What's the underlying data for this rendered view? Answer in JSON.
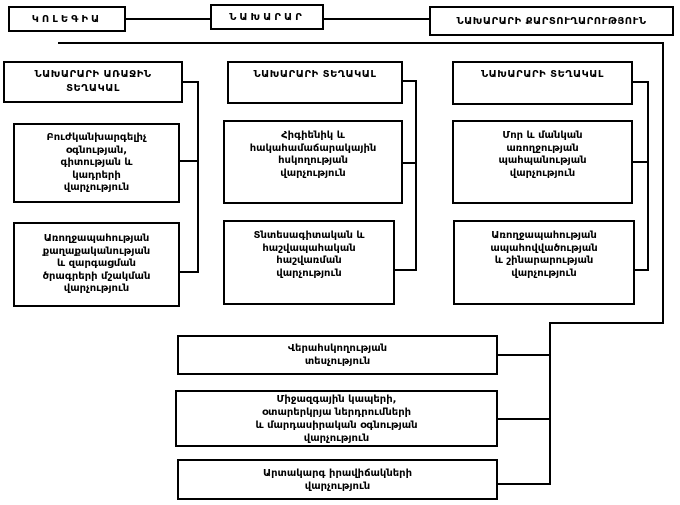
{
  "diagram": {
    "type": "org-chart",
    "language": "Armenian",
    "colors": {
      "line": "#000000",
      "background": "#ffffff",
      "box_fill": "#ffffff",
      "text": "#000000"
    },
    "top": {
      "collegium": "ԿՈԼԵԳԻԱ",
      "minister": "ՆԱԽԱՐԱՐ",
      "secretariat": "ՆԱԽԱՐԱՐԻ ՔԱՐՏՈՒՂԱՐՈՒԹՅՈՒՆ"
    },
    "columns": [
      {
        "head": "ՆԱԽԱՐԱՐԻ ԱՌԱՋԻՆ\nՏԵՂԱԿԱԼ",
        "units": [
          "Բուժկանխարգելիչ\nօգնության,\nգիտության և\nկադրերի\nվարչություն",
          "Առողջապահության\nքաղաքականության\nև զարգացման\nծրագրերի մշակման\nվարչություն"
        ]
      },
      {
        "head": "ՆԱԽԱՐԱՐԻ ՏԵՂԱԿԱԼ",
        "units": [
          "Հիգիենիկ և\nհակահամաճարակային\nհսկողության\nվարչություն",
          "Տնտեսագիտական և\nհաշվապահական\nհաշվառման\nվարչություն"
        ]
      },
      {
        "head": "ՆԱԽԱՐԱՐԻ ՏԵՂԱԿԱԼ",
        "units": [
          "Մոր և մանկան\nառողջության\nպահպանության\nվարչություն",
          "Առողջապահության\nապահովվածության\nև շինարարության\nվարչություն"
        ]
      }
    ],
    "secretariat_units": [
      "Վերահսկողության\nտեսչություն",
      "Միջազգային կապերի,\nօտարերկրյա ներդրումների\nև մարդասիրական օգնության\nվարչություն",
      "Արտակարգ իրավիճակների\nվարչություն"
    ]
  }
}
